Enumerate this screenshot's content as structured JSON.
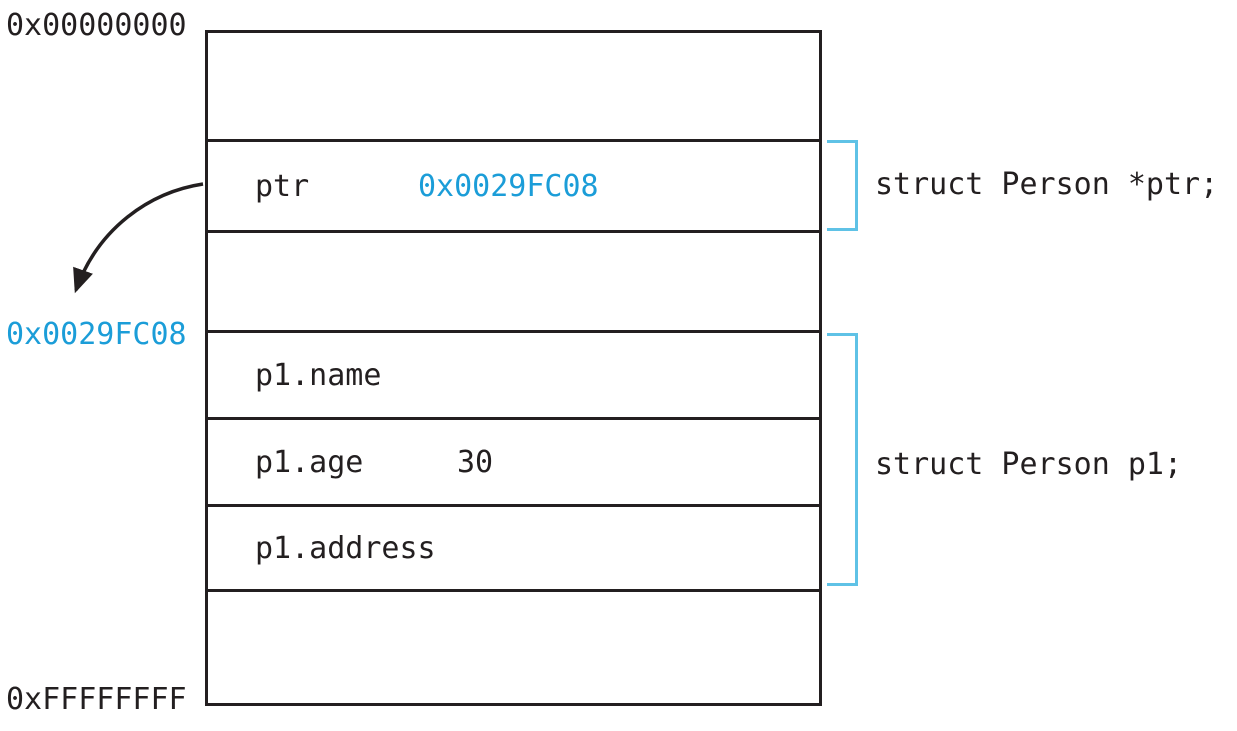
{
  "addresses": {
    "top": "0x00000000",
    "pointer_target": "0x0029FC08",
    "bottom": "0xFFFFFFFF"
  },
  "memory": {
    "rows": [
      {
        "label": "",
        "value": ""
      },
      {
        "label": "ptr",
        "value": "0x0029FC08"
      },
      {
        "label": "",
        "value": ""
      },
      {
        "label": "p1.name",
        "value": ""
      },
      {
        "label": "p1.age",
        "value": "30"
      },
      {
        "label": "p1.address",
        "value": ""
      },
      {
        "label": "",
        "value": ""
      }
    ]
  },
  "annotations": {
    "ptr_declaration": "struct Person *ptr;",
    "p1_declaration": "struct Person p1;"
  },
  "colors": {
    "accent_text": "#1B9DD8",
    "bracket": "#5FC2E6",
    "line": "#231F20"
  }
}
